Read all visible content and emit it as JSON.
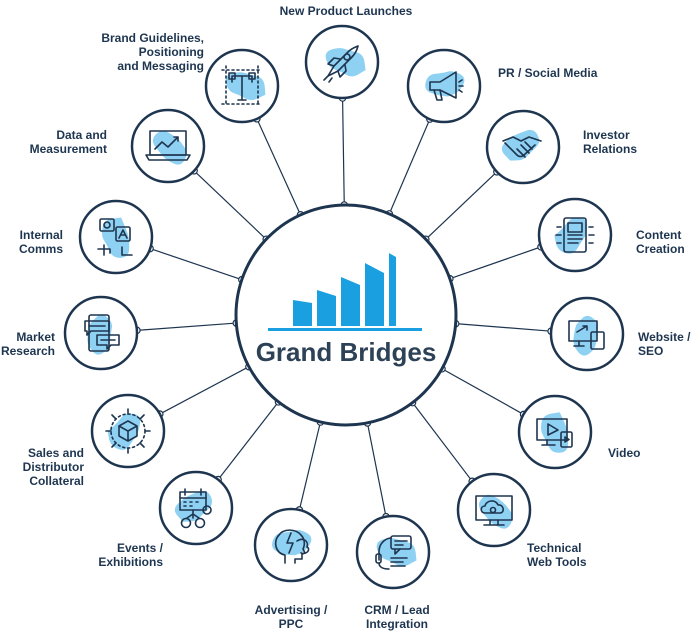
{
  "brand": {
    "name": "Grand Bridges"
  },
  "colors": {
    "navy": "#1e3550",
    "blue": "#1aa0e0",
    "blob": "#8fd1f2",
    "line": "#1e3550"
  },
  "services": [
    {
      "id": "new-product-launches",
      "label": "New Product Launches",
      "icon": "rocket-icon"
    },
    {
      "id": "pr-social-media",
      "label": "PR / Social Media",
      "icon": "megaphone-icon"
    },
    {
      "id": "investor-relations",
      "label": "Investor\nRelations",
      "icon": "handshake-icon"
    },
    {
      "id": "content-creation",
      "label": "Content\nCreation",
      "icon": "tablet-icon"
    },
    {
      "id": "website-seo",
      "label": "Website /\nSEO",
      "icon": "devices-icon"
    },
    {
      "id": "video",
      "label": "Video",
      "icon": "video-icon"
    },
    {
      "id": "technical-web-tools",
      "label": "Technical\nWeb Tools",
      "icon": "cloud-monitor-icon"
    },
    {
      "id": "crm-lead-integration",
      "label": "CRM / Lead\nIntegration",
      "icon": "headset-icon"
    },
    {
      "id": "advertising-ppc",
      "label": "Advertising /\nPPC",
      "icon": "brain-icon"
    },
    {
      "id": "events-exhibitions",
      "label": "Events /\nExhibitions",
      "icon": "calendar-people-icon"
    },
    {
      "id": "sales-distributor-collateral",
      "label": "Sales and\nDistributor\nCollateral",
      "icon": "cube-icon"
    },
    {
      "id": "market-research",
      "label": "Market\nResearch",
      "icon": "chat-phone-icon"
    },
    {
      "id": "internal-comms",
      "label": "Internal\nComms",
      "icon": "chat-people-icon"
    },
    {
      "id": "data-and-measurement",
      "label": "Data and\nMeasurement",
      "icon": "laptop-chart-icon"
    },
    {
      "id": "brand-guidelines",
      "label": "Brand Guidelines,\nPositioning\nand Messaging",
      "icon": "typography-icon"
    }
  ]
}
